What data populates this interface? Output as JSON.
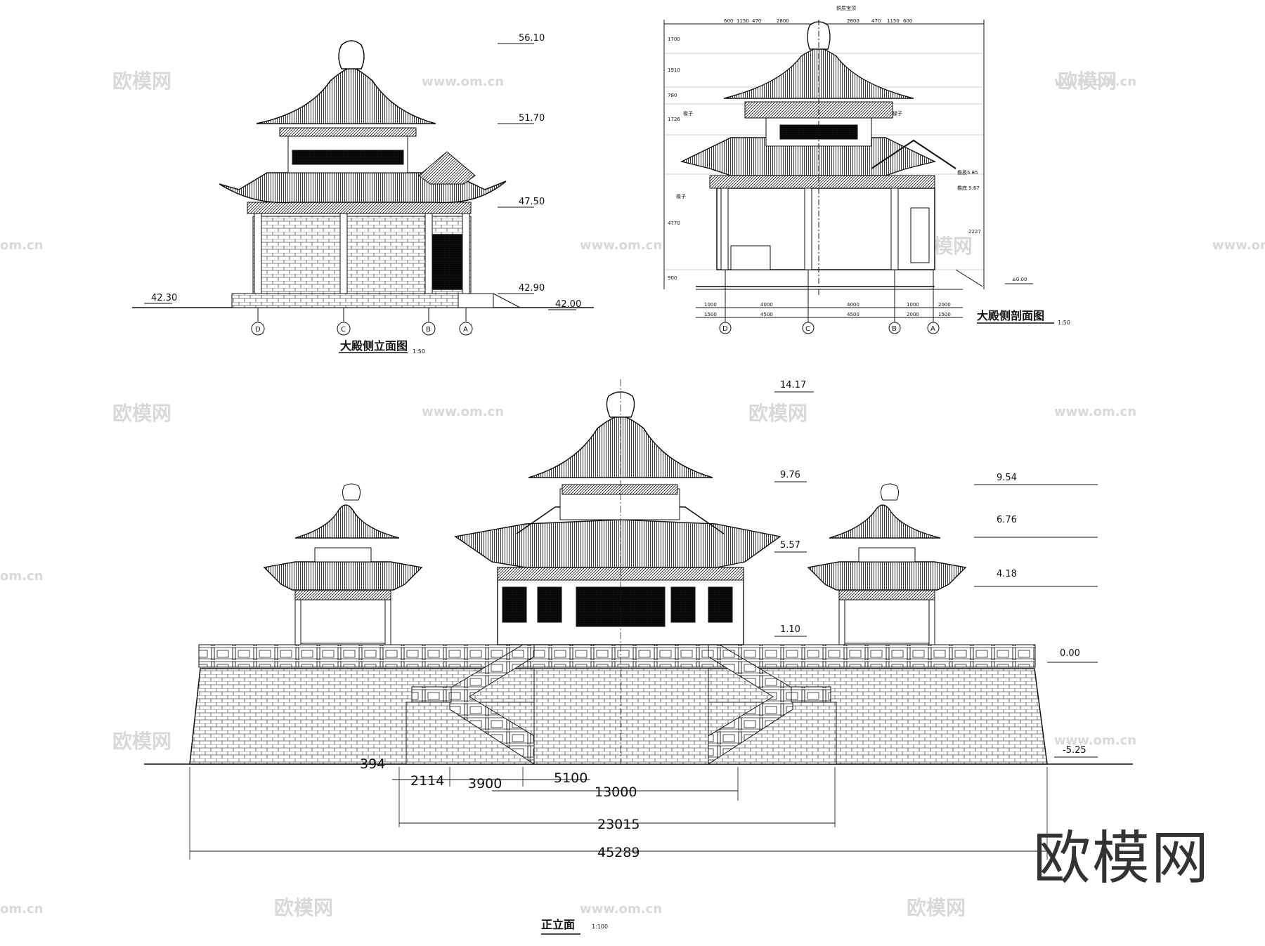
{
  "side_elevation": {
    "title": "大殿侧立面图",
    "scale": "1:50",
    "levels": [
      "56.10",
      "51.70",
      "47.50",
      "42.90",
      "42.30",
      "42.00"
    ],
    "axes": [
      "D",
      "C",
      "B",
      "A"
    ]
  },
  "side_section": {
    "title": "大殿侧剖面图",
    "scale": "1:50",
    "labels": [
      "铜质宝顶",
      "椽子",
      "椽子",
      "椽子",
      "檐板5.85",
      "檐底 5.67"
    ],
    "level_zero": "±0.00",
    "axes": [
      "D",
      "C",
      "B",
      "A"
    ],
    "top_dims": [
      "600",
      "1150",
      "470",
      "2800",
      "2800",
      "470",
      "1150",
      "600"
    ],
    "height_dims": [
      "1700",
      "1910",
      "780",
      "1726",
      "2227",
      "4770",
      "900"
    ],
    "bottom_dims_row1": [
      "1000",
      "4000",
      "4000",
      "1000",
      "2000"
    ],
    "bottom_dims_row2": [
      "1500",
      "4500",
      "4500",
      "2000",
      "1500"
    ]
  },
  "front_elevation": {
    "title": "正立面",
    "scale": "1:100",
    "levels_center": [
      "14.17",
      "9.76",
      "5.57",
      "1.10"
    ],
    "levels_right": [
      "9.54",
      "6.76",
      "4.18",
      "0.00",
      "-5.25"
    ],
    "dims": [
      "394",
      "2114",
      "3900",
      "5100",
      "13000",
      "23015",
      "45289"
    ]
  },
  "watermark": {
    "brand": "欧模网",
    "url": "www.om.cn",
    "url_short": "om.cn"
  }
}
